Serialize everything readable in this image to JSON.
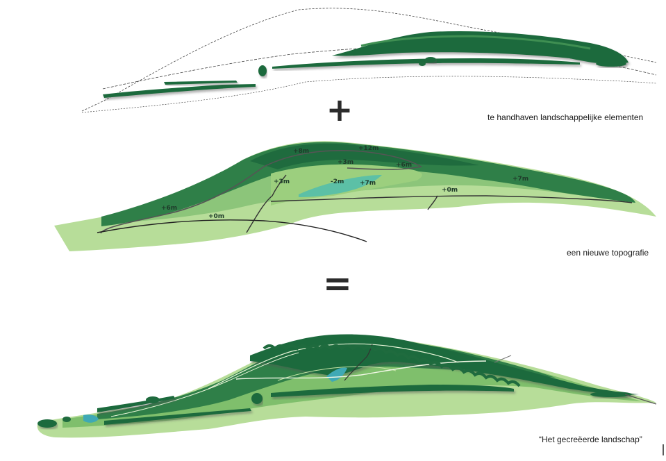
{
  "captions": {
    "existing": "te handhaven landschappelijke elementen",
    "topography": "een nieuwe topografie",
    "result": "“Het gecreëerde landschap”"
  },
  "operators": {
    "plus": "+",
    "equals": "="
  },
  "height_labels": {
    "l1": "+8m",
    "l2": "+12m",
    "l3": "+3m",
    "l4": "+6m",
    "l5": "+3m",
    "l6": "-2m",
    "l7": "+7m",
    "l8": "+7m",
    "l9": "+0m",
    "l10": "+6m",
    "l11": "+0m"
  },
  "colors": {
    "dark_green": "#1f6b3e",
    "mid_green": "#3f8f52",
    "light_green": "#9ccf7e",
    "pale_green": "#b7dd99",
    "water": "#3fa9b5"
  }
}
